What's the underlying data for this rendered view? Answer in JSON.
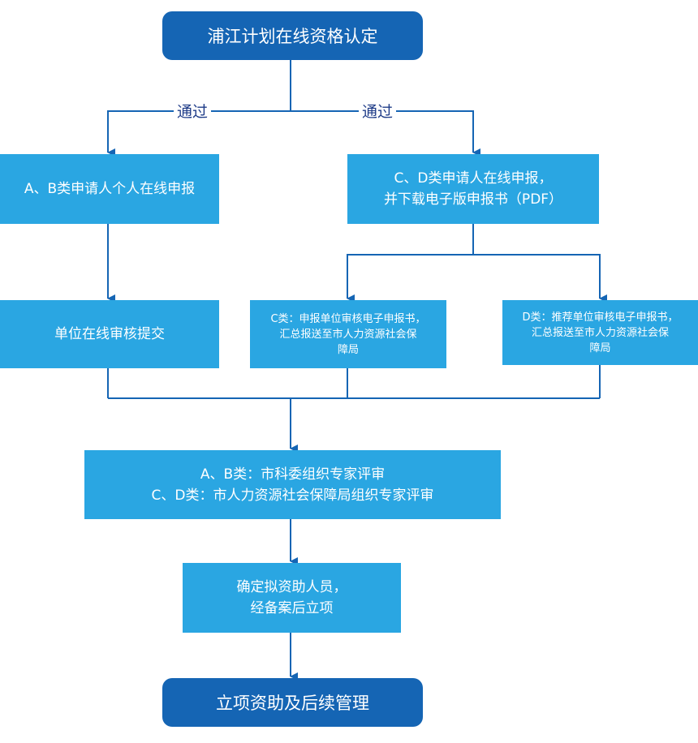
{
  "nodes": {
    "start": "浦江计划在线资格认定",
    "pass_left": "通过",
    "pass_right": "通过",
    "ab_apply": "A、B类申请人个人在线申报",
    "cd_apply": "C、D类申请人在线申报，\n并下载电子版申报书（PDF）",
    "ab_submit": "单位在线审核提交",
    "c_submit": "C类：申报单位审核电子申报书，\n汇总报送至市人力资源社会保\n障局",
    "d_submit": "D类：推荐单位审核电子申报书，\n汇总报送至市人力资源社会保\n障局",
    "review": "A、B类：市科委组织专家评审\nC、D类：市人力资源社会保障局组织专家评审",
    "confirm": "确定拟资助人员，\n经备案后立项",
    "end": "立项资助及后续管理"
  },
  "colors": {
    "dark_box": "#1565b4",
    "light_box": "#2aa6e2",
    "connector": "#1565b4",
    "label_text": "#1f3c88"
  }
}
